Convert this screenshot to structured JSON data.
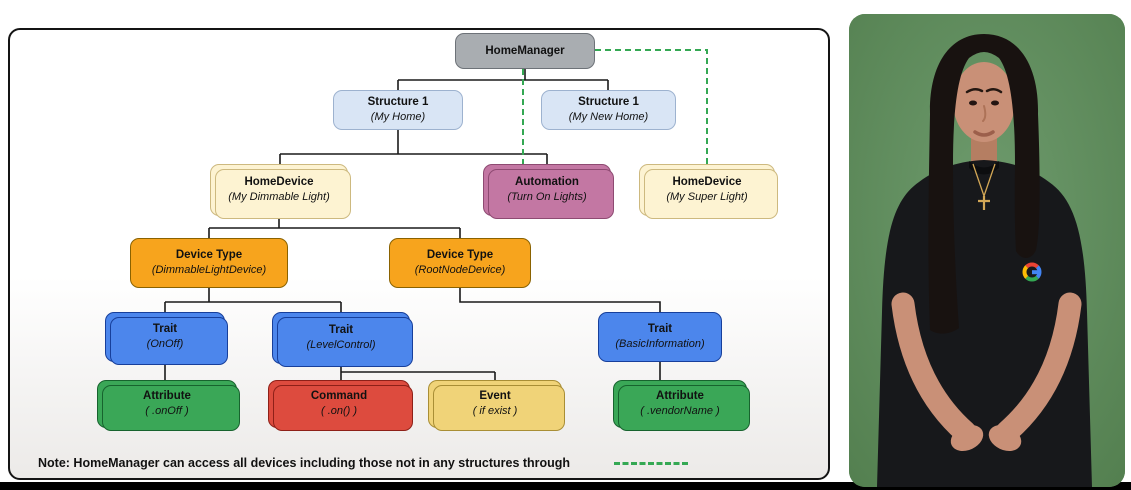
{
  "diagram": {
    "note": "Note: HomeManager can access all devices including those not in any structures through",
    "nodes": {
      "homemanager": {
        "title": "HomeManager"
      },
      "structure_my_home": {
        "title": "Structure 1",
        "subtitle": "(My Home)"
      },
      "structure_my_new_home": {
        "title": "Structure 1",
        "subtitle": "(My New Home)"
      },
      "homedevice_dimmable": {
        "title": "HomeDevice",
        "subtitle": "(My Dimmable Light)"
      },
      "automation_turn_on": {
        "title": "Automation",
        "subtitle": "(Turn On Lights)"
      },
      "homedevice_super": {
        "title": "HomeDevice",
        "subtitle": "(My Super Light)"
      },
      "devicetype_dimmable": {
        "title": "Device Type",
        "subtitle": "(DimmableLightDevice)"
      },
      "devicetype_rootnode": {
        "title": "Device Type",
        "subtitle": "(RootNodeDevice)"
      },
      "trait_onoff": {
        "title": "Trait",
        "subtitle": "(OnOff)"
      },
      "trait_levelcontrol": {
        "title": "Trait",
        "subtitle": "(LevelControl)"
      },
      "trait_basicinformation": {
        "title": "Trait",
        "subtitle": "(BasicInformation)"
      },
      "attribute_onoff": {
        "title": "Attribute",
        "subtitle": "( .onOff )"
      },
      "command_on": {
        "title": "Command",
        "subtitle": "( .on() )"
      },
      "event_if_exist": {
        "title": "Event",
        "subtitle": "( if exist )"
      },
      "attribute_vendorname": {
        "title": "Attribute",
        "subtitle": "( .vendorName )"
      }
    },
    "colors": {
      "homemanager_gray": "#a9adb1",
      "structure_blue": "#d9e5f5",
      "homedevice_cream": "#fdf3d2",
      "automation_mauve": "#c377a3",
      "devicetype_orange": "#f7a41d",
      "trait_blue": "#4c86ec",
      "attribute_green": "#3aa757",
      "command_red": "#dd4b3e",
      "event_yellow": "#f0d378",
      "dashed_link_green": "#34a853",
      "connector_black": "#1a1a1a",
      "presenter_background_green": "#5f8c5c",
      "presenter_shirt_black": "#17181b",
      "presenter_skin": "#c99077",
      "presenter_hair": "#181210",
      "google_logo_blue": "#4285F4",
      "google_logo_red": "#EA4335",
      "google_logo_yellow": "#FBBC05",
      "google_logo_green": "#34A853"
    }
  }
}
